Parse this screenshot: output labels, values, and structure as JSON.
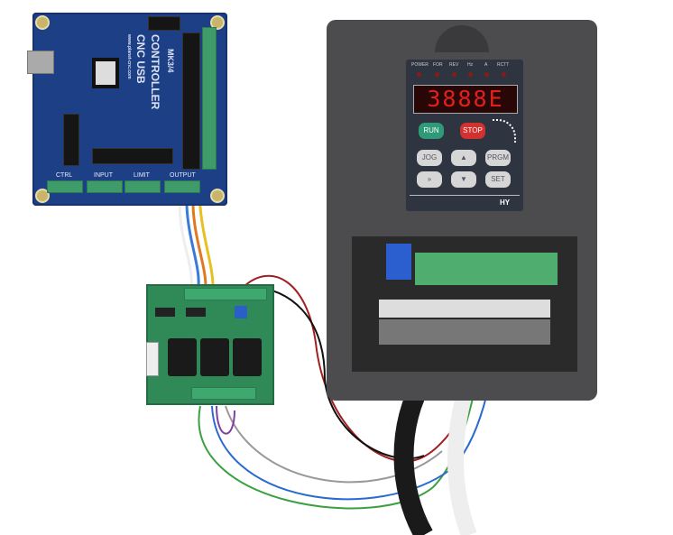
{
  "controller_board": {
    "title_line1": "CNC USB",
    "title_line2": "CONTROLLER",
    "model": "MK3/4",
    "website": "www.planet-cnc.com",
    "connectors": [
      "CTRL",
      "INPUT",
      "LIMIT",
      "OUTPUT"
    ]
  },
  "vfd": {
    "indicators": [
      "POWER",
      "FOR",
      "REV",
      "Hz",
      "A",
      "RCTT"
    ],
    "display": "3888E",
    "keys": {
      "run": "RUN",
      "stop": "STOP",
      "jog": "JOG",
      "up": "▲",
      "prgm": "PRGM",
      "shift": "»",
      "down": "▼",
      "set": "SET"
    },
    "brand": "HY"
  },
  "colors": {
    "board": "#1d3f86",
    "relay_board": "#2f8a57",
    "vfd_body": "#4c4c4f",
    "display_red": "#e0201d",
    "run_green": "#2f9a78",
    "stop_red": "#d33030"
  }
}
